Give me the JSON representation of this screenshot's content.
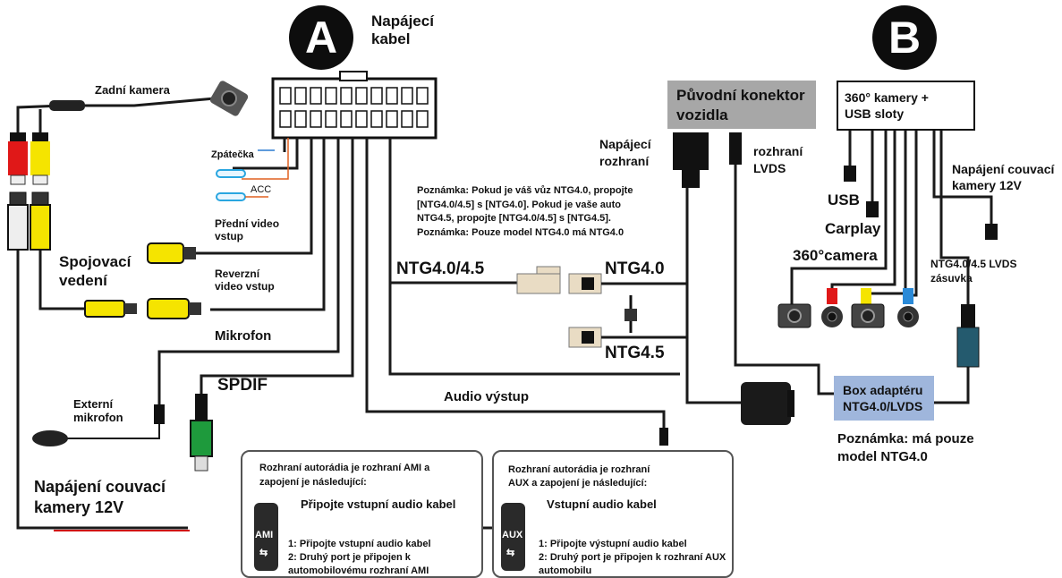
{
  "badges": {
    "a": "A",
    "b": "B"
  },
  "labels": {
    "napajeci_kabel": "Napájecí\nkabel",
    "zadni_kamera": "Zadní kamera",
    "zpatecka": "Zpátečka",
    "acc": "ACC",
    "predni_video": "Přední video\nvstup",
    "spojovaci_vedeni": "Spojovací\nvedení",
    "reverzni_video": "Reverzní\nvideo vstup",
    "mikrofon": "Mikrofon",
    "externi_mikrofon": "Externí\nmikrofon",
    "spdif": "SPDIF",
    "audio_vystup": "Audio výstup",
    "napajeni_couvaci_left": "Napájení couvací\nkamery 12V",
    "puvodni_konektor": "Původní konektor\nvozidla",
    "napajeci_rozhrani": "Napájecí\nrozhraní",
    "rozhrani_lvds": "rozhraní\nLVDS",
    "poznamka_ntg": "Poznámka: Pokud je váš vůz NTG4.0, propojte\n[NTG4.0/4.5] s [NTG4.0]. Pokud je vaše auto\nNTG4.5, propojte [NTG4.0/4.5] s [NTG4.5].\nPoznámka: Pouze model NTG4.0 má NTG4.0",
    "ntg40_45": "NTG4.0/4.5",
    "ntg40": "NTG4.0",
    "ntg45": "NTG4.5",
    "kamery_usb": "360° kamery +\nUSB sloty",
    "usb": "USB",
    "carplay": "Carplay",
    "camera360": "360°camera",
    "napajeni_couvaci_right": "Napájení couvací\nkamery 12V",
    "lvds_zasuvka": "NTG4.0/4.5 LVDS\nzásuvka",
    "box_adapteru": "Box adaptéru\nNTG4.0/LVDS",
    "poznamka_ntg40": "Poznámka: má pouze\nmodel NTG4.0"
  },
  "panel_ami": {
    "title": "Rozhraní autorádia je rozhraní AMI a\nzapojení je následující:",
    "cable_label": "Připojte vstupní audio kabel",
    "port": "AMI",
    "steps": "1: Připojte vstupní audio kabel\n2: Druhý port je připojen k\nautomobilovému rozhraní AMI"
  },
  "panel_aux": {
    "title": "Rozhraní autorádia je rozhraní\nAUX a zapojení je následující:",
    "cable_label": "Vstupní audio kabel",
    "port": "AUX",
    "steps": "1: Připojte výstupní audio kabel\n2: Druhý port je připojen k rozhraní AUX\nautomobilu"
  },
  "colors": {
    "wire": "#1a1a1a",
    "rca_yellow": "#f5e400",
    "rca_red": "#e01818",
    "spdif_green": "#1e9a3c",
    "adapter_blue": "#9fb6dc",
    "connector_gray": "#a7a7a7",
    "lvds_teal": "#245a6e"
  }
}
